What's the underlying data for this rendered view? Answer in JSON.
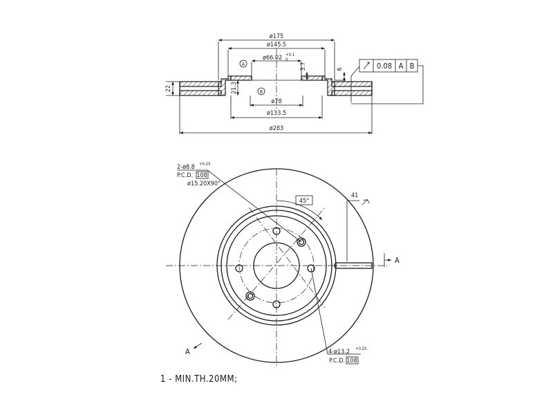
{
  "section_view": {
    "dim_d175": "ø175",
    "dim_d145_5": "ø145.5",
    "dim_d66": "ø66.02",
    "dim_d66_tol_upper": "+0.1",
    "dim_d66_tol_lower": "0",
    "dim_d78": "ø78",
    "dim_d133_5": "ø133.5",
    "dim_d283": "ø283",
    "dim_thickness": "22",
    "dim_inner_height": "21.3",
    "dim_hat_depth": "3.7",
    "dim_offset": "6",
    "datum_a": "A",
    "datum_b": "B"
  },
  "tolerance_frame": {
    "symbol": "runout",
    "value": "0.08",
    "datum1": "A",
    "datum2": "B"
  },
  "front_view": {
    "hole_note_line1": "2-ø8.8",
    "hole_note_tol": "+0.25",
    "pcd_label1": "P.C.D.",
    "pcd_value1": "108",
    "countersink_note": "ø15.20X90°",
    "angle_label": "45°",
    "vane_count": "41",
    "section_mark_right": "A",
    "section_mark_left": "A",
    "bolt_note": "4-ø13.2",
    "bolt_note_tol": "+0.25",
    "pcd_label2": "P.C.D.",
    "pcd_value2": "108"
  },
  "notes": {
    "min_thickness": "1 - MIN.TH.20MM;"
  }
}
